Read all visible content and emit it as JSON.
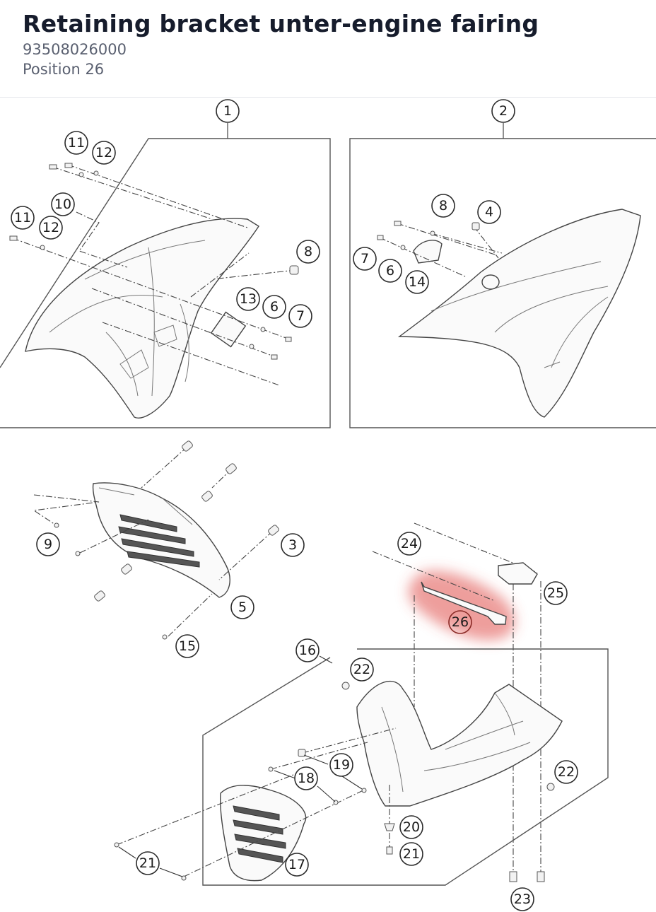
{
  "header": {
    "title": "Retaining bracket unter-engine fairing",
    "part_number": "93508026000",
    "position": "Position 26"
  },
  "highlight": {
    "callout": "26",
    "color": "#e0504a"
  },
  "callouts": {
    "c1": "1",
    "c2": "2",
    "c11a": "11",
    "c12a": "12",
    "c10": "10",
    "c11b": "11",
    "c12b": "12",
    "c8a": "8",
    "c13": "13",
    "c6a": "6",
    "c7a": "7",
    "c8b": "8",
    "c4": "4",
    "c7b": "7",
    "c6b": "6",
    "c14": "14",
    "c9": "9",
    "c3": "3",
    "c5": "5",
    "c15": "15",
    "c24": "24",
    "c25": "25",
    "c26": "26",
    "c16": "16",
    "c22a": "22",
    "c19": "19",
    "c18": "18",
    "c22b": "22",
    "c20": "20",
    "c21a": "21",
    "c21b": "21",
    "c17": "17",
    "c23": "23"
  }
}
